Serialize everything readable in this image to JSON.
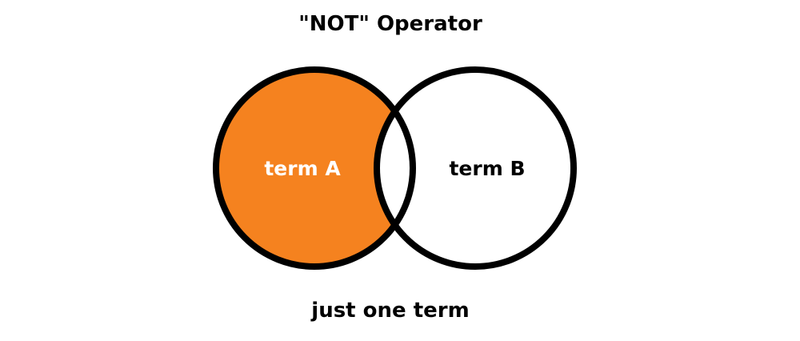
{
  "title": "\"NOT\" Operator",
  "caption": "just one term",
  "circles": {
    "a": {
      "label": "term A",
      "fill": "#F5821F",
      "label_color": "#ffffff"
    },
    "b": {
      "label": "term B",
      "fill": "#ffffff",
      "label_color": "#000000"
    }
  },
  "stroke_color": "#000000",
  "background": "#ffffff"
}
